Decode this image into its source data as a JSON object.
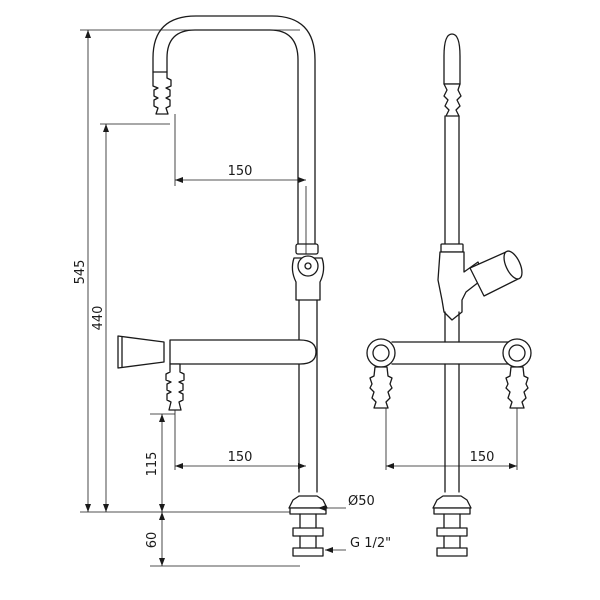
{
  "dimensions": {
    "total_height": "545",
    "spout_height": "440",
    "top_reach": "150",
    "side_reach": "150",
    "side_outlet_height": "115",
    "base_height": "60",
    "front_reach": "150",
    "base_diameter": "Ø50",
    "thread": "G 1/2\""
  },
  "views": [
    "side-elevation",
    "front-elevation"
  ]
}
